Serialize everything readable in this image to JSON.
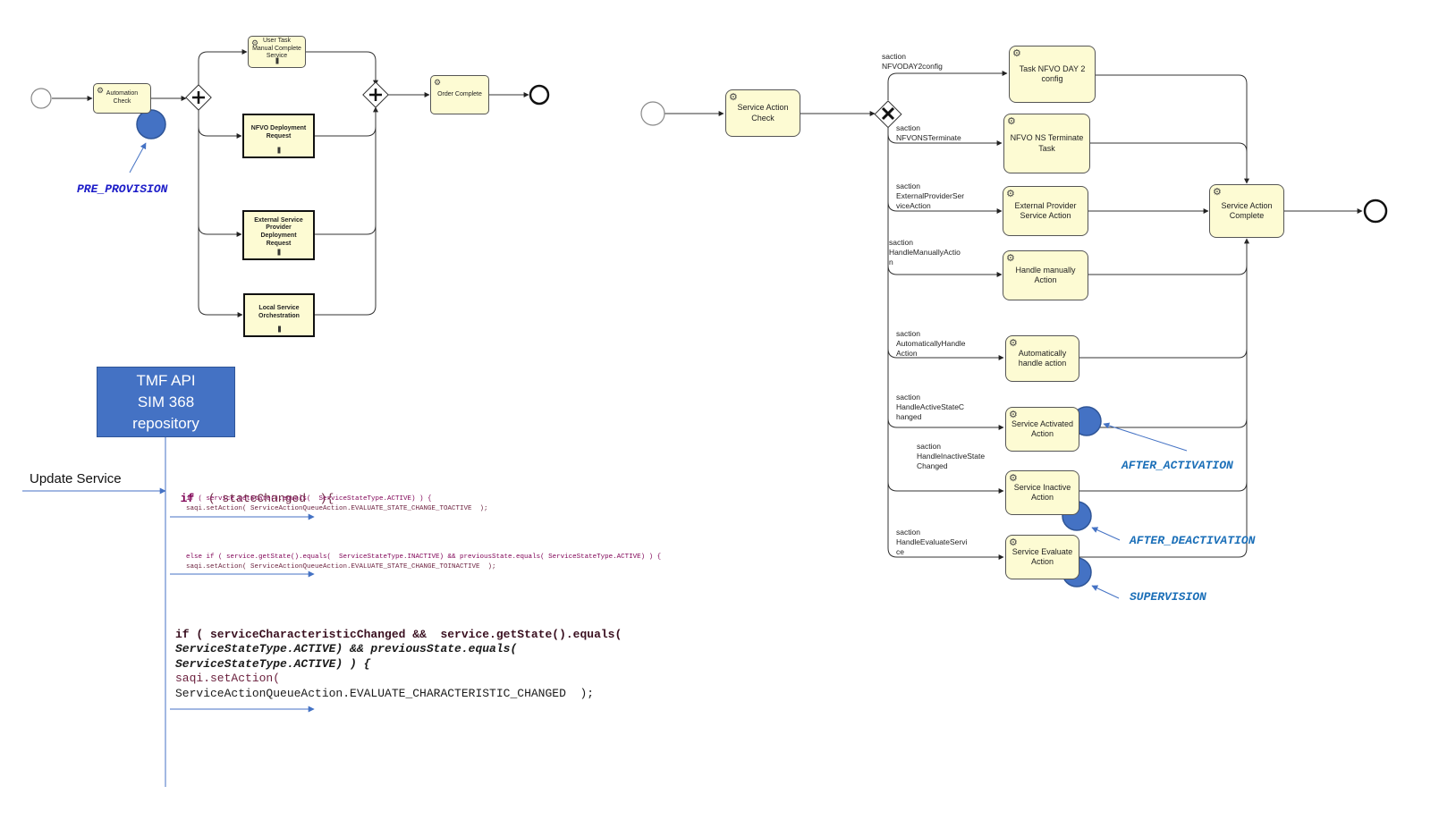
{
  "left_process": {
    "tasks": {
      "automation_check": "Automation Check",
      "user_task": "User Task Manual Complete Service",
      "nfvo_deployment": "NFVO Deployment Request",
      "external_service": "External Service Provider Deployment Request",
      "local_orchestration": "Local Service Orchestration",
      "order_complete": "Order Complete"
    },
    "hook_label": "PRE_PROVISION"
  },
  "right_process": {
    "tasks": {
      "service_action_check": "Service Action Check",
      "task_nfvo_day2": "Task NFVO DAY 2 config",
      "nfvo_ns_terminate": "NFVO NS Terminate Task",
      "external_provider": "External Provider Service Action",
      "handle_manually": "Handle manually Action",
      "auto_handle": "Automatically handle action",
      "service_activated": "Service Activated Action",
      "service_inactive": "Service Inactive Action",
      "service_evaluate": "Service Evaluate Action",
      "service_action_complete": "Service Action Complete"
    },
    "flow_labels": {
      "nfvo_day2": "saction\nNFVODAY2config",
      "nfvo_ns_terminate": "saction\nNFVONSTerminate",
      "external_provider": "saction\nExternalProviderSer\nviceAction",
      "handle_manually": "saction\nHandleManuallyActio\nn",
      "auto_handle": "saction\nAutomaticallyHandle\nAction",
      "active_state": "saction\nHandleActiveStateC\nhanged",
      "inactive_state": "saction\nHandleInactiveState\nChanged",
      "evaluate": "saction\nHandleEvaluateServi\nce"
    },
    "hook_labels": {
      "after_activation": "AFTER_ACTIVATION",
      "after_deactivation": "AFTER_DEACTIVATION",
      "supervision": "SUPERVISION"
    }
  },
  "tmf_box": {
    "line1": "TMF API",
    "line2": "SIM 368",
    "line3": "repository"
  },
  "update_label": "Update Service",
  "code": {
    "if_state_kw": "if",
    "if_state_cond": "( stateChanged  ){",
    "line_active_1": "if ( service.getState().equals(  ServiceStateType.ACTIVE) ) {",
    "line_active_2": "saqi.setAction( ServiceActionQueueAction.EVALUATE_STATE_CHANGE_TOACTIVE  );",
    "line_inactive_1": "else if ( service.getState().equals(  ServiceStateType.INACTIVE) && previousState.equals( ServiceStateType.ACTIVE) ) {",
    "line_inactive_2": "saqi.setAction( ServiceActionQueueAction.EVALUATE_STATE_CHANGE_TOINACTIVE  );",
    "char_1": "if ( serviceCharacteristicChanged &&  service.getState().equals(",
    "char_2": "ServiceStateType.ACTIVE) && previousState.equals(",
    "char_3": "ServiceStateType.ACTIVE) ) {",
    "char_4": "saqi.setAction(",
    "char_5": "ServiceActionQueueAction.EVALUATE_CHARACTERISTIC_CHANGED  );"
  },
  "colors": {
    "task_fill": "#fdfbd3",
    "hook_circle": "#4472c4",
    "arrow_blue": "#4472c4",
    "hook_text": "#1b6fb8",
    "pre_provision_text": "#1c1cc8",
    "tmf_fill": "#4472c4"
  }
}
